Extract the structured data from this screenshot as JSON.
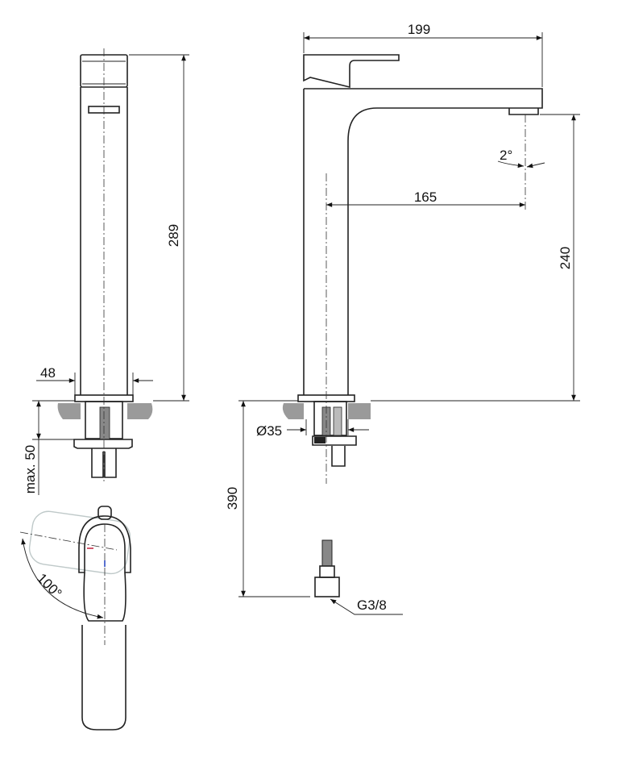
{
  "drawing": {
    "dimensions": {
      "height_total": "289",
      "base_width": "48",
      "max_deck_thickness": "max. 50",
      "spout_length": "199",
      "spout_reach": "165",
      "spout_height": "240",
      "outlet_angle": "2°",
      "hole_diameter": "Ø35",
      "hose_length": "390",
      "connection": "G3/8",
      "lever_rotation": "100°"
    },
    "colors": {
      "line": "#222222",
      "hatch": "#9a9a9a",
      "hot": "#c0203a",
      "cold": "#2040c0"
    }
  }
}
